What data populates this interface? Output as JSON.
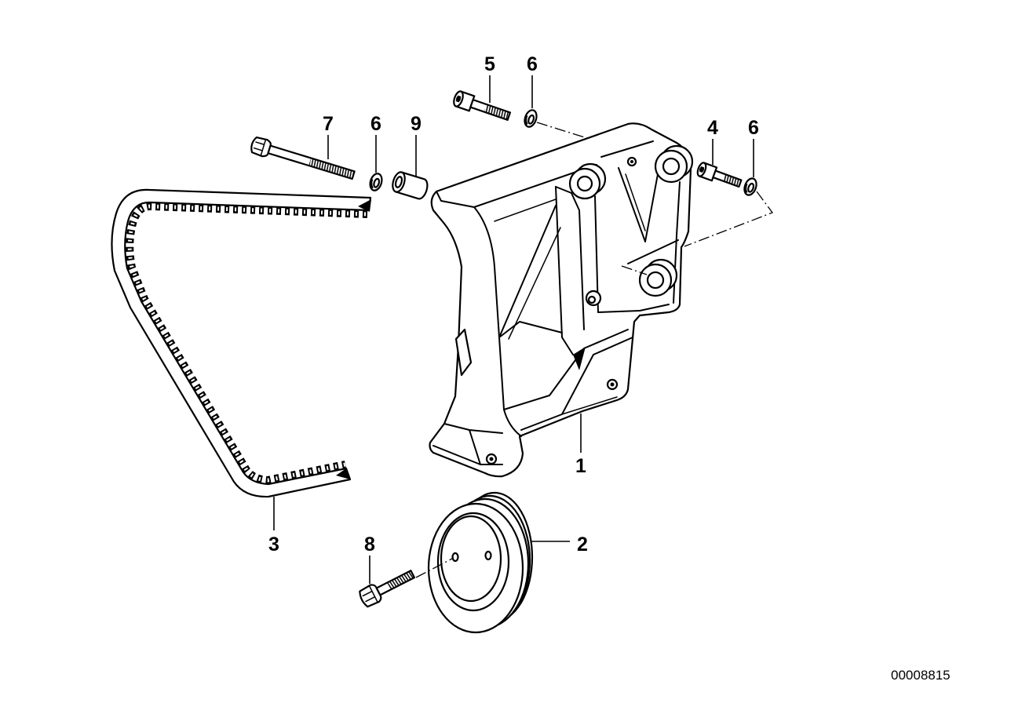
{
  "colors": {
    "line": "#000000",
    "background": "#ffffff"
  },
  "callouts": [
    {
      "label": "5"
    },
    {
      "label": "6"
    },
    {
      "label": "7"
    },
    {
      "label": "6"
    },
    {
      "label": "9"
    },
    {
      "label": "4"
    },
    {
      "label": "6"
    },
    {
      "label": "1"
    },
    {
      "label": "2"
    },
    {
      "label": "3"
    },
    {
      "label": "8"
    }
  ],
  "reference_number": "00008815"
}
